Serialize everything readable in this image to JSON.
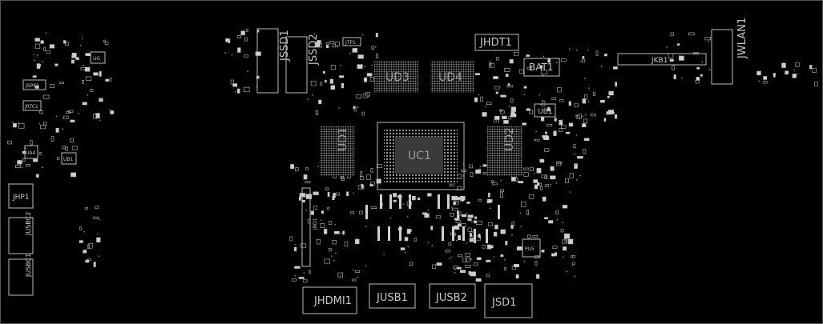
{
  "board": {
    "labels": {
      "jhdmi1": "JHDMI1",
      "jusb1": "JUSB1",
      "jusb2": "JUSB2",
      "jsd1": "JSD1",
      "jssd1": "JSSD1",
      "jssd2": "JSSD2",
      "jhdt1": "JHDT1",
      "bat1": "BAT1",
      "jkb1": "JKB1",
      "jwlan1": "JWLAN1",
      "jhp1": "JHP1",
      "jusbc1": "JUSBC1",
      "jusbc2": "JUSBC2",
      "uc1": "UC1",
      "ud1": "UD1",
      "ud2": "UD2",
      "ud3": "UD3",
      "ud4": "UD4",
      "ub1": "UB1",
      "jtp1": "JTP1",
      "jspk1": "JSPK1",
      "jrtc1": "JRTC1",
      "ua4": "UA4",
      "ub1_small": "UB1",
      "ug": "UG",
      "jbd": "JBD1",
      "pu5": "PU5"
    }
  }
}
